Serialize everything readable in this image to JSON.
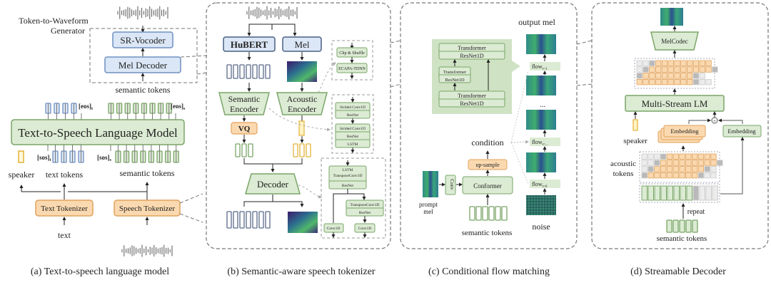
{
  "panel_a": {
    "caption": "(a) Text-to-speech language model",
    "generator_label_line1": "Token-to-Waveform",
    "generator_label_line2": "Generator",
    "sr_vocoder": "SR-Vocoder",
    "mel_decoder": "Mel Decoder",
    "semantic_tokens_top": "semantic tokens",
    "tts_lm": "Text-to-Speech Language Model",
    "eos_t": "[eos]",
    "eos_t_sub": "t",
    "eos_s": "[eos]",
    "eos_s_sub": "s",
    "sos_t": "[sos]",
    "sos_t_sub": "t",
    "sos_s": "[sos]",
    "sos_s_sub": "s",
    "speaker": "speaker",
    "text_tokens": "text tokens",
    "semantic_tokens": "semantic tokens",
    "text_tokenizer": "Text Tokenizer",
    "speech_tokenizer": "Speech Tokenizer",
    "text": "text"
  },
  "panel_b": {
    "caption": "(b) Semantic-aware speech tokenizer",
    "hubert": "HuBERT",
    "mel": "Mel",
    "semantic_encoder_l1": "Semantic",
    "semantic_encoder_l2": "Encoder",
    "acoustic_encoder_l1": "Acoustic",
    "acoustic_encoder_l2": "Encoder",
    "vq": "VQ",
    "decoder": "Decoder",
    "clip_shuffle": "Clip & Shuffle",
    "ecapa": "ECAPA-TDNN",
    "strided_conv_1": "Strided Conv1D",
    "resnet_1": "ResNet",
    "strided_conv_2": "Strided Conv1D",
    "resnet_2": "ResNet",
    "lstm_enc": "LSTM",
    "lstm_dec": "LSTM",
    "transpose_conv_1": "TransposeConv1D",
    "resnet_3": "ResNet",
    "transpose_conv_2": "TransposeConv1D",
    "resnet_4": "ResNet",
    "conv1d_a": "Conv1D",
    "conv1d_b": "Conv1D"
  },
  "panel_c": {
    "caption": "(c) Conditional flow matching",
    "output_mel": "output mel",
    "transformer_top": "Transformer",
    "resnet_top": "ResNet1D",
    "transformer_mid": "Transformer",
    "resnet_mid": "ResNet1D",
    "transformer_bot": "Transformer",
    "resnet_bot": "ResNet1D",
    "flow": "flow",
    "flow_t1": "t=1",
    "flow_tdots": "t=...",
    "flow_t0": "t=0",
    "ellipsis": "...",
    "condition": "condition",
    "upsample": "up-sample",
    "conformer": "Conformer",
    "conv": "Conv",
    "prompt_mel_l1": "prompt",
    "prompt_mel_l2": "mel",
    "semantic_tokens": "semantic tokens",
    "noise": "noise"
  },
  "panel_d": {
    "caption": "(d) Streamable Decoder",
    "melcodec": "MelCodec",
    "multi_stream_lm": "Multi-Stream LM",
    "embedding_stack": "Embedding",
    "embedding_single": "Embedding",
    "plus": "+",
    "speaker": "speaker",
    "acoustic_tokens_l1": "acoustic",
    "acoustic_tokens_l2": "tokens",
    "repeat": "repeat",
    "semantic_tokens": "semantic tokens",
    "grid_top_rows": [
      "llgooooooooo",
      "lgoooooooooog",
      "goooooooogl",
      "ooooooooogll"
    ],
    "grid_bottom_rows": [
      "lllgoooooooo",
      "llgooooooooog",
      "lgoooooooogl",
      "goooooooogll"
    ]
  },
  "colors": {
    "blue_fill": "#dbe7f6",
    "blue_stroke": "#6f8fc0",
    "green_fill": "#dcebd3",
    "green_stroke": "#7aa568",
    "orange_fill": "#fbd9b0",
    "orange_stroke": "#e0a25c",
    "yellow_stroke": "#e2b23a",
    "gray_token": "#b9b9b9",
    "light_token": "#ececec"
  }
}
